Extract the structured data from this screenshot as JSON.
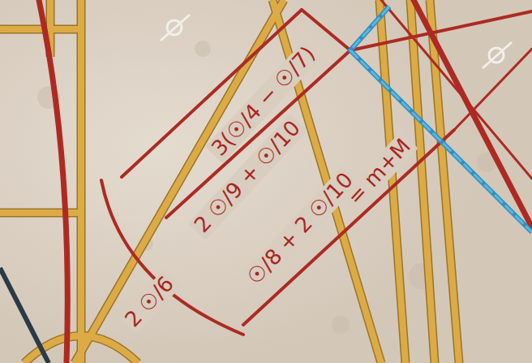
{
  "diagram": {
    "labels": [
      "3(☉/4 − ☉/7)",
      "2 ☉/9 + ☉/10",
      "= m+M",
      "☉/8 + 2 ☉/10",
      "2 ☉/6"
    ]
  }
}
